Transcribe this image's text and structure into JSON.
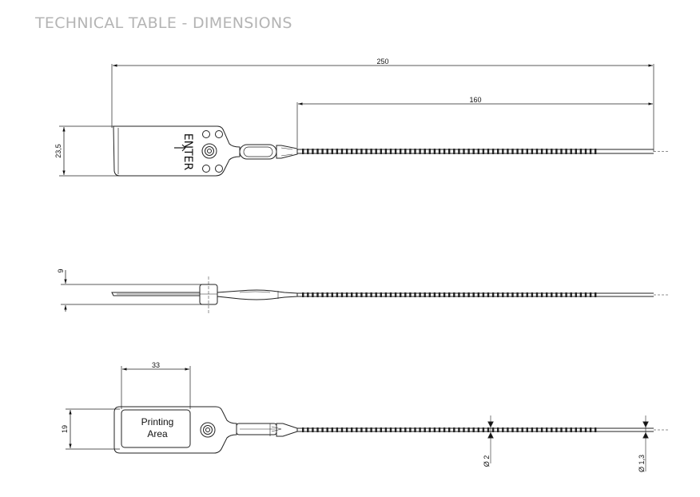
{
  "header": {
    "title": "TECHNICAL TABLE - DIMENSIONS"
  },
  "dimensions": {
    "total_length": "250",
    "strap_length": "160",
    "head_height": "23,5",
    "thickness": "9",
    "print_width": "33",
    "print_height": "19",
    "strap_diameter": "Ø 2",
    "tip_diameter": "Ø 1,3"
  },
  "labels": {
    "enter": "ENTER",
    "printing_line1": "Printing",
    "printing_line2": "Area"
  },
  "icons": [
    "arrow-right-icon",
    "lock-icon",
    "tick-arrow-icon"
  ]
}
